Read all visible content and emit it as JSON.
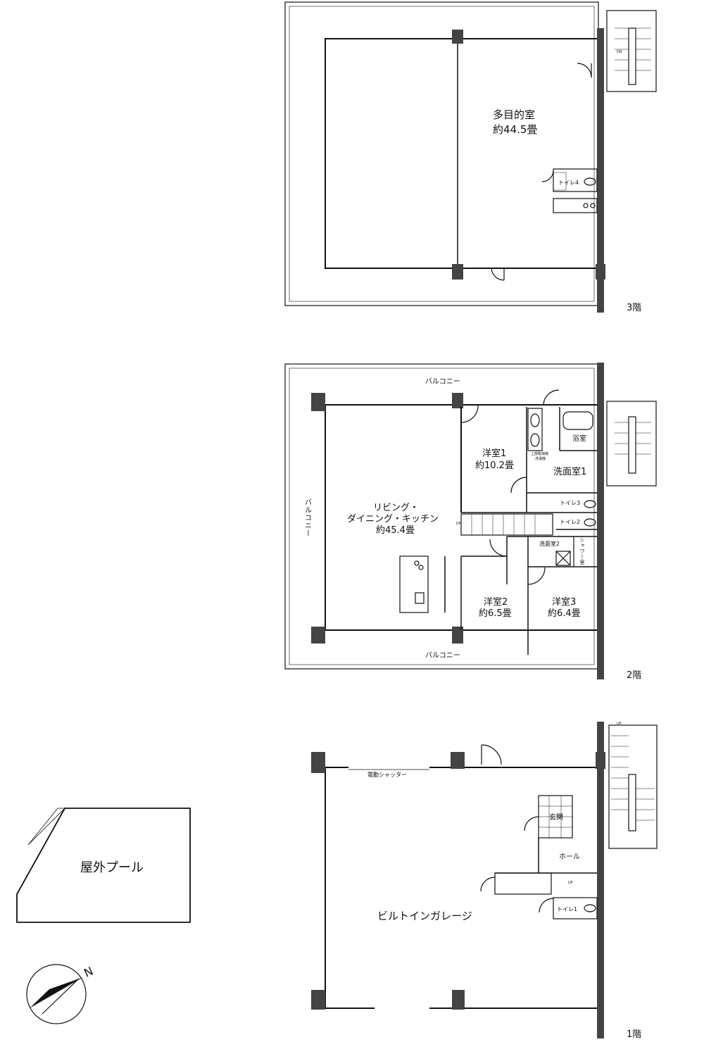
{
  "floors": {
    "floor3": {
      "label": "3階",
      "multipurpose": {
        "name": "多目的室",
        "area": "約44.5畳"
      },
      "toilet4": "トイレ4",
      "stair_dn": "DN"
    },
    "floor2": {
      "label": "2階",
      "balcony_top": "バルコニー",
      "balcony_bottom": "バルコニー",
      "balcony_left": "バルコニー",
      "ldk": {
        "line1": "リビング・",
        "line2": "ダイニング・キッチン",
        "area": "約45.4畳"
      },
      "room1": {
        "name": "洋室1",
        "area": "約10.2畳"
      },
      "room2": {
        "name": "洋室2",
        "area": "約6.5畳"
      },
      "room3": {
        "name": "洋室3",
        "area": "約6.4畳"
      },
      "bath": "浴室",
      "washroom1": "洗面室1",
      "washroom2": "洗面室2",
      "toilet3": "トイレ3",
      "toilet2": "トイレ2",
      "shower": "シャワー室",
      "dryer_line1": "上部乾燥機",
      "dryer_line2": "洗濯機",
      "stair_dn": "DN"
    },
    "floor1": {
      "label": "1階",
      "shutter": "電動シャッター",
      "entrance": "玄関",
      "hall": "ホール",
      "toilet1": "トイレ1",
      "garage": "ビルトインガレージ",
      "stair_up": "UP",
      "inner_up": "UP"
    }
  },
  "pool": {
    "label": "屋外プール"
  },
  "compass": {
    "north": "N"
  }
}
